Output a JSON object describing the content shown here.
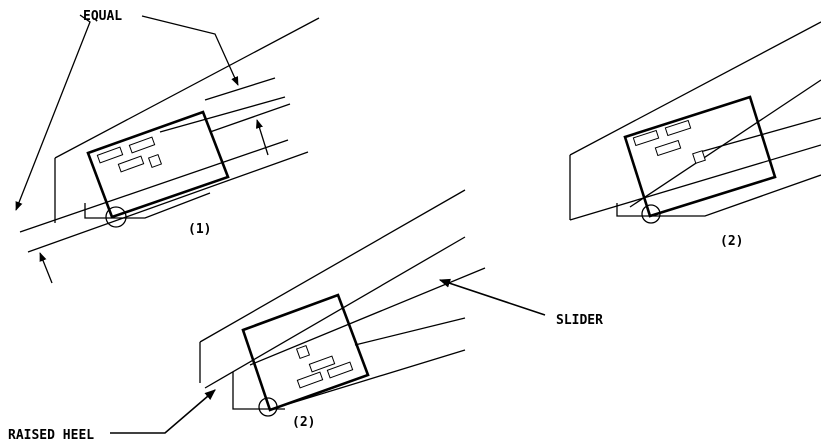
{
  "labels": {
    "equal": "EQUAL",
    "detail_1": "(1)",
    "detail_2_right": "(2)",
    "detail_2_bottom": "(2)",
    "slider": "SLIDER",
    "raised_heel": "RAISED HEEL"
  },
  "colors": {
    "ink": "#000000",
    "background": "#ffffff"
  }
}
